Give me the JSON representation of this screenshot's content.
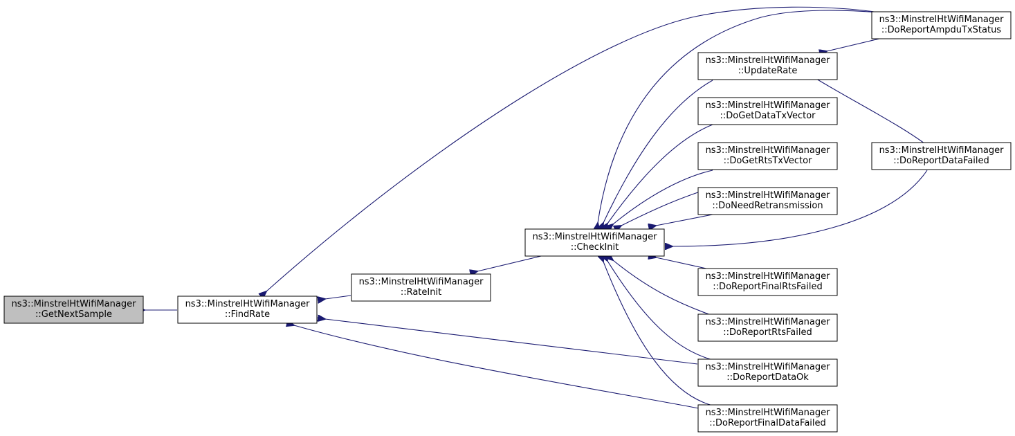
{
  "graph": {
    "nodes": [
      {
        "id": "getnextsample",
        "line1": "ns3::MinstrelHtWifiManager",
        "line2": "::GetNextSample",
        "fill": "#bfbfbf"
      },
      {
        "id": "findrate",
        "line1": "ns3::MinstrelHtWifiManager",
        "line2": "::FindRate",
        "fill": "#ffffff"
      },
      {
        "id": "rateinit",
        "line1": "ns3::MinstrelHtWifiManager",
        "line2": "::RateInit",
        "fill": "#ffffff"
      },
      {
        "id": "checkinit",
        "line1": "ns3::MinstrelHtWifiManager",
        "line2": "::CheckInit",
        "fill": "#ffffff"
      },
      {
        "id": "updaterate",
        "line1": "ns3::MinstrelHtWifiManager",
        "line2": "::UpdateRate",
        "fill": "#ffffff"
      },
      {
        "id": "dogetdatatxvector",
        "line1": "ns3::MinstrelHtWifiManager",
        "line2": "::DoGetDataTxVector",
        "fill": "#ffffff"
      },
      {
        "id": "dogetrtstxvector",
        "line1": "ns3::MinstrelHtWifiManager",
        "line2": "::DoGetRtsTxVector",
        "fill": "#ffffff"
      },
      {
        "id": "doneedretransmission",
        "line1": "ns3::MinstrelHtWifiManager",
        "line2": "::DoNeedRetransmission",
        "fill": "#ffffff"
      },
      {
        "id": "doreportfinalrtsfailed",
        "line1": "ns3::MinstrelHtWifiManager",
        "line2": "::DoReportFinalRtsFailed",
        "fill": "#ffffff"
      },
      {
        "id": "doreportrtsfailed",
        "line1": "ns3::MinstrelHtWifiManager",
        "line2": "::DoReportRtsFailed",
        "fill": "#ffffff"
      },
      {
        "id": "doreportdataok",
        "line1": "ns3::MinstrelHtWifiManager",
        "line2": "::DoReportDataOk",
        "fill": "#ffffff"
      },
      {
        "id": "doreportfinaldatafailed",
        "line1": "ns3::MinstrelHtWifiManager",
        "line2": "::DoReportFinalDataFailed",
        "fill": "#ffffff"
      },
      {
        "id": "doreportampdutxstatus",
        "line1": "ns3::MinstrelHtWifiManager",
        "line2": "::DoReportAmpduTxStatus",
        "fill": "#ffffff"
      },
      {
        "id": "doreportdatafailed",
        "line1": "ns3::MinstrelHtWifiManager",
        "line2": "::DoReportDataFailed",
        "fill": "#ffffff"
      }
    ],
    "edge_color": "#191970"
  }
}
